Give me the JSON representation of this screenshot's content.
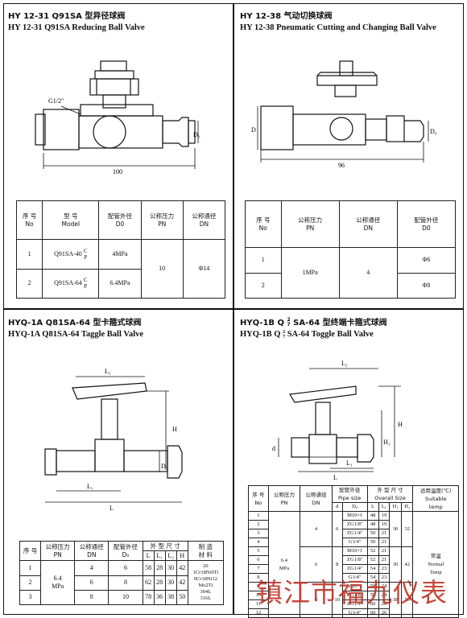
{
  "panels": {
    "p1": {
      "title_cn": "HY 12-31 Q91SA 型异径球阀",
      "title_en": "HY 12-31 Q91SA Reducing Ball Valve",
      "dims": {
        "thread": "G1/2\"",
        "d": "D₀",
        "length": "100"
      },
      "table": {
        "headers": [
          [
            "序 号",
            "No"
          ],
          [
            "型 号",
            "Model"
          ],
          [
            "配管外径",
            "D0"
          ],
          [
            "公称压力",
            "PN"
          ],
          [
            "公称通径",
            "DN"
          ]
        ],
        "rows": [
          {
            "no": "1",
            "model": "Q91SA-40",
            "suffix_top": "C",
            "suffix_bot": "P",
            "d0": "4MPa",
            "pn": "10",
            "dn": "Φ14"
          },
          {
            "no": "2",
            "model": "Q91SA-64",
            "suffix_top": "C",
            "suffix_bot": "P",
            "d0": "6.4MPa"
          }
        ]
      }
    },
    "p2": {
      "title_cn": "HY 12-38 气动切换球阀",
      "title_en": "HY 12-38 Pneumatic Cutting and Changing Ball Valve",
      "dims": {
        "d": "D",
        "d0": "D₀",
        "length": "96"
      },
      "table": {
        "headers": [
          [
            "序 号",
            "No"
          ],
          [
            "公称压力",
            "PN"
          ],
          [
            "公称通径",
            "DN"
          ],
          [
            "配管外径",
            "D0"
          ]
        ],
        "rows": [
          {
            "no": "1",
            "pn": "1MPa",
            "dn": "4",
            "d0": "Φ6"
          },
          {
            "no": "2",
            "d0": "Φ8"
          }
        ]
      }
    },
    "p3": {
      "title_cn": "HYQ-1A Q81SA-64 型卡箍式球阀",
      "title_en": "HYQ-1A Q81SA-64 Taggle Ball Valve",
      "dims": {
        "l2": "L₂",
        "h": "H",
        "d0": "D₀",
        "l1": "L₁",
        "l": "L"
      },
      "table": {
        "h_no": "序 号",
        "h_pn": [
          "公称压力",
          "PN"
        ],
        "h_dn": [
          "公称通径",
          "DN"
        ],
        "h_d0": [
          "配管外径",
          "D₀"
        ],
        "h_size": "外 型 尺 寸",
        "h_l": "L",
        "h_l1": "L₁",
        "h_l2": "L₂",
        "h_h": "H",
        "h_mat": [
          "制 造",
          "材 料"
        ],
        "pn": [
          "6.4",
          "MPa"
        ],
        "rows": [
          {
            "no": "1",
            "dn": "4",
            "d0": "6",
            "l": "58",
            "l1": "28",
            "l2": "30",
            "h": "42"
          },
          {
            "no": "2",
            "dn": "6",
            "d0": "8",
            "l": "62",
            "l1": "28",
            "l2": "30",
            "h": "42"
          },
          {
            "no": "3",
            "dn": "8",
            "d0": "10",
            "l": "78",
            "l1": "36",
            "l2": "38",
            "h": "50"
          }
        ],
        "material": [
          "20",
          "1Cr18Ni9Ti",
          "0Cr18Ni12",
          "Mo2Ti",
          "304L",
          "316L"
        ]
      }
    },
    "p4": {
      "title_cn_a": "HYQ-1B Q",
      "title_cn_frac_top": "2",
      "title_cn_frac_bot": "7",
      "title_cn_b": "SA-64 型终端卡箍式球阀",
      "title_en_a": "HYQ-1B Q",
      "title_en_b": "SA-64 Toggle Ball Valve",
      "dims": {
        "l2": "L₂",
        "h": "H",
        "h1": "H₁",
        "d": "d",
        "l1": "L₁",
        "l": "L"
      },
      "table": {
        "h_no": [
          "序 号",
          "No"
        ],
        "h_pn": [
          "公称压力",
          "PN"
        ],
        "h_dn": [
          "公称通径",
          "DN"
        ],
        "h_pipe": [
          "配管外径",
          "Pipe size"
        ],
        "h_pipe_d": "d",
        "h_pipe_d0": "D₀",
        "h_overall": [
          "外 型 尺 寸",
          "Overall Size"
        ],
        "h_l": "L",
        "h_l1": "L₁",
        "h_h1": "H₁",
        "h_h": "H₂",
        "h_temp": [
          "适用温度(℃)",
          "Suitable",
          "temp"
        ],
        "pn": [
          "6.4",
          "MPa"
        ],
        "temp": [
          "常温",
          "Normal",
          "Temp"
        ],
        "rows": [
          {
            "no": "1",
            "d": "M10×1",
            "l": "48",
            "l1": "19"
          },
          {
            "no": "2",
            "d": "ZG1/8\"",
            "l": "48",
            "l1": "19"
          },
          {
            "no": "3",
            "d": "ZG1/4\"",
            "l": "50",
            "l1": "21"
          },
          {
            "no": "4",
            "d": "G1/4\"",
            "l": "50",
            "l1": "21"
          },
          {
            "no": "5",
            "d": "M10×1",
            "l": "52",
            "l1": "21"
          },
          {
            "no": "6",
            "d": "ZG1/8\"",
            "l": "52",
            "l1": "21"
          },
          {
            "no": "7",
            "d": "ZG1/4\"",
            "l": "54",
            "l1": "23"
          },
          {
            "no": "8",
            "d": "G1/4\"",
            "l": "54",
            "l1": "23"
          },
          {
            "no": "9",
            "d": "M10×1",
            "l": "58",
            "l1": "24"
          },
          {
            "no": "10",
            "d": "ZG1/8\"",
            "l": "58",
            "l1": "24"
          },
          {
            "no": "11",
            "d": "ZG1/4\"",
            "l": "60",
            "l1": "26"
          },
          {
            "no": "12",
            "d": "G1/4\"",
            "l": "60",
            "l1": "26"
          }
        ],
        "groups": [
          {
            "dn": "4",
            "d0": "6",
            "h1": "30",
            "h": "32"
          },
          {
            "dn": "6",
            "d0": "8",
            "h1": "30",
            "h": "42"
          },
          {
            "dn": "8",
            "d0": "10",
            "h1": "38",
            "h": "50"
          }
        ]
      }
    }
  },
  "watermark": "镇江市福九仪表"
}
